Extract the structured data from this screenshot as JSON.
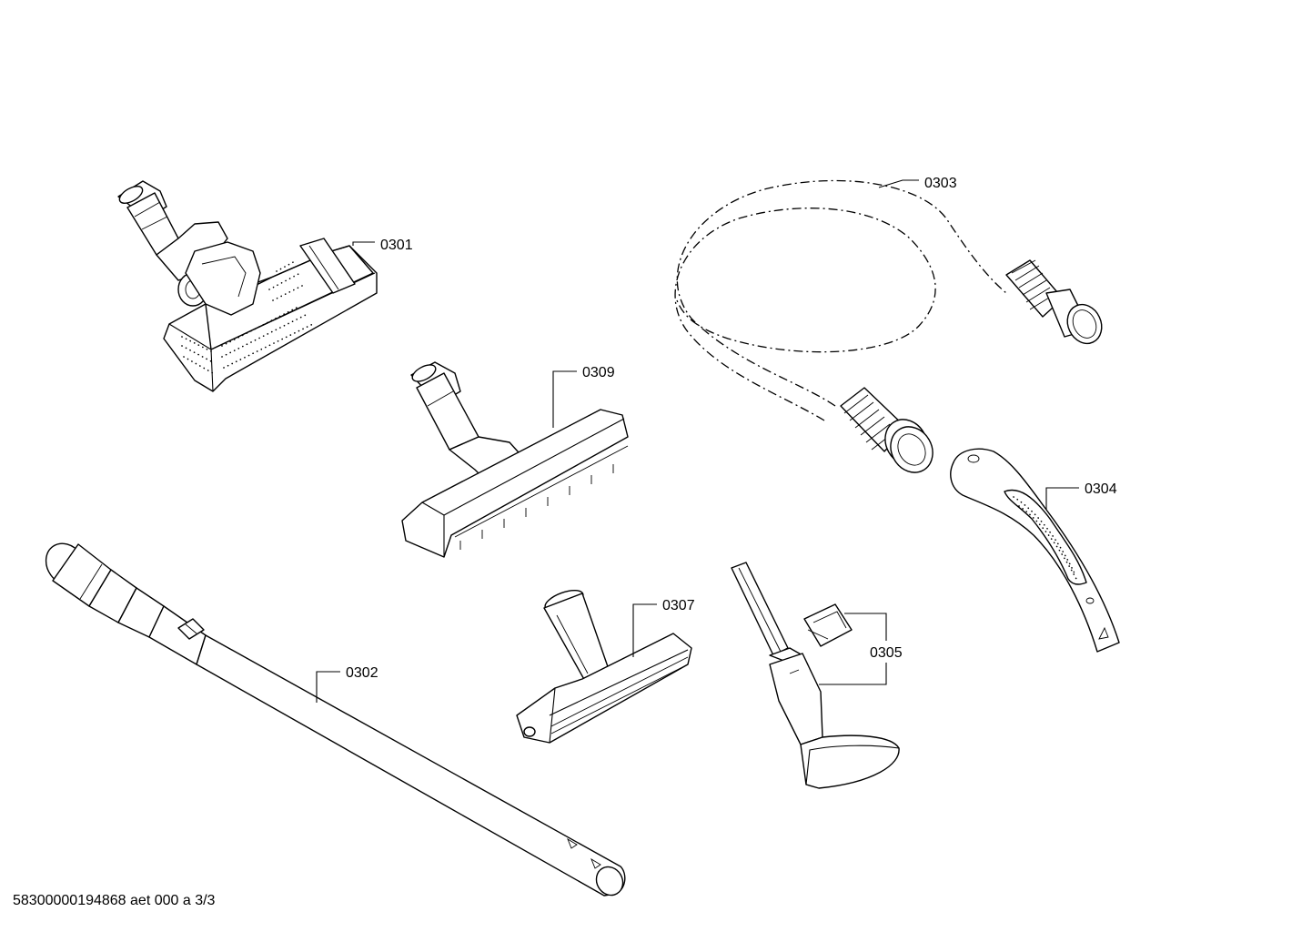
{
  "diagram": {
    "labels": {
      "p0301": "0301",
      "p0302": "0302",
      "p0303": "0303",
      "p0304": "0304",
      "p0305": "0305",
      "p0307": "0307",
      "p0309": "0309"
    },
    "footer": "58300000194868 aet 000 a 3/3"
  }
}
